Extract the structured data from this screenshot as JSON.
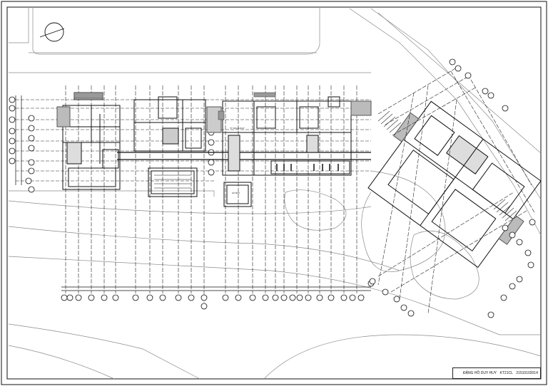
{
  "drawing": {
    "author": "ĐẶNG HỒ DUY HUY",
    "class_code": "KT21CL",
    "student_id": "21510102014"
  },
  "room_labels": [
    "TT SINH HOẠT",
    "HỒ BƠI"
  ],
  "colors": {
    "line": "#1a1a1a",
    "dash": "#222222",
    "hatch": "#555555",
    "site": "#9a9a9a"
  }
}
